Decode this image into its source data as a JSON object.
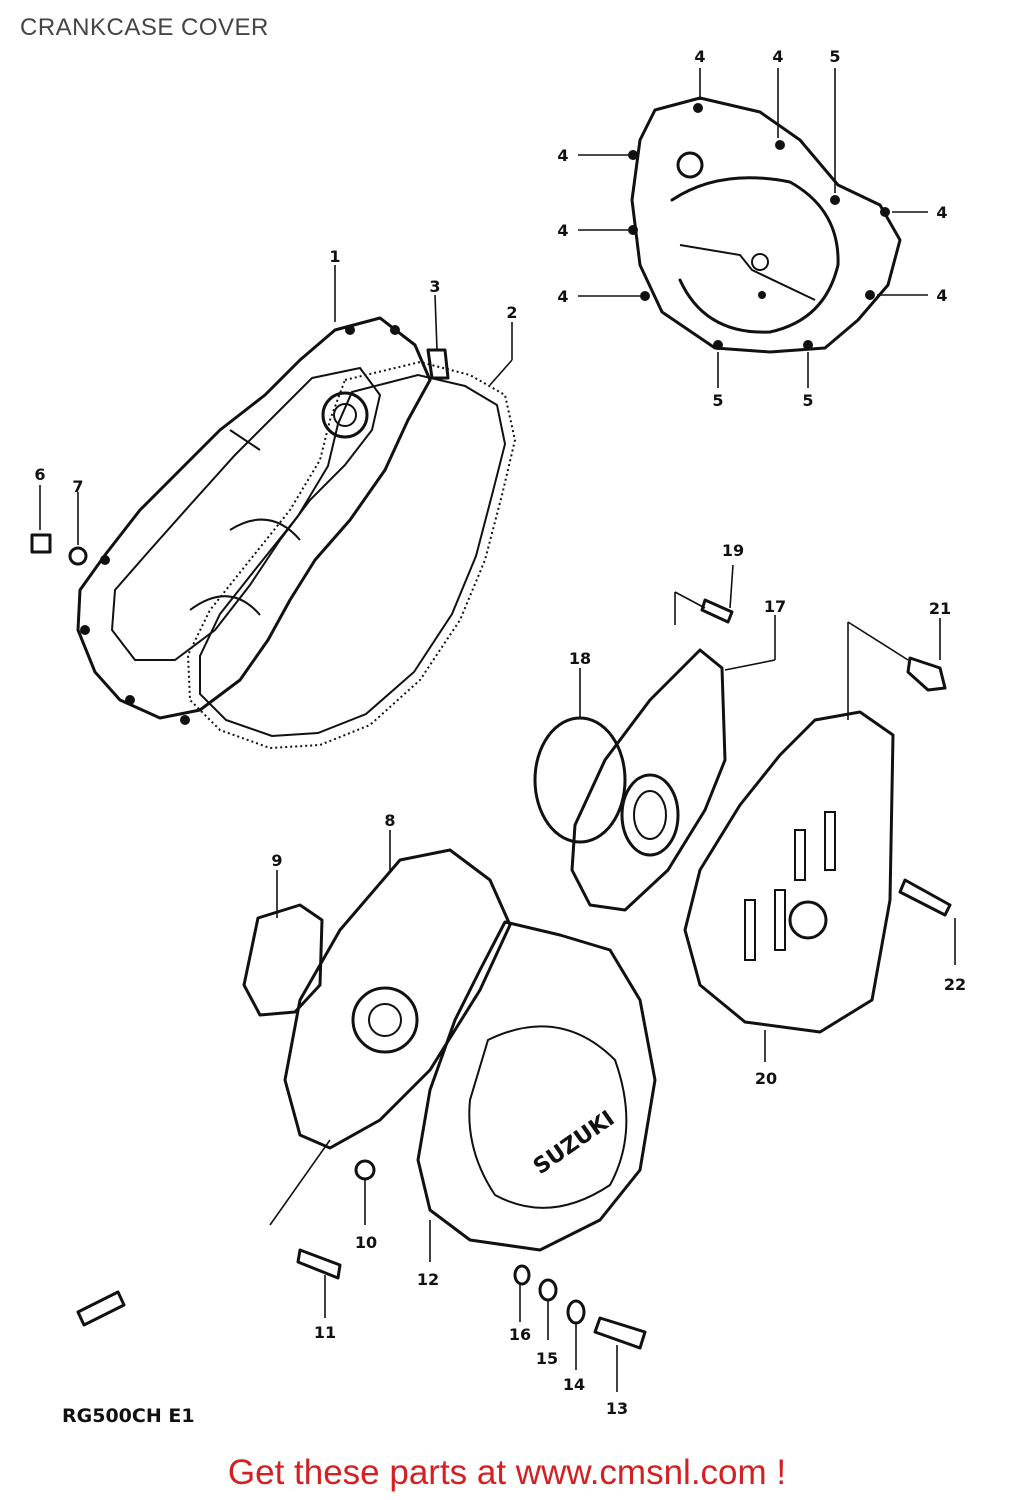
{
  "header": {
    "title": "CRANKCASE COVER"
  },
  "diagram": {
    "model_label": "RG500CH E1",
    "brand_mark": "SUZUKI",
    "callouts": {
      "c1": "1",
      "c2": "2",
      "c3": "3",
      "c4": "4",
      "c5": "5",
      "c6": "6",
      "c7": "7",
      "c8": "8",
      "c9": "9",
      "c10": "10",
      "c11": "11",
      "c12": "12",
      "c13": "13",
      "c14": "14",
      "c15": "15",
      "c16": "16",
      "c17": "17",
      "c18": "18",
      "c19": "19",
      "c20": "20",
      "c21": "21",
      "c22": "22"
    }
  },
  "footer": {
    "cta": "Get these parts at www.cmsnl.com !"
  }
}
